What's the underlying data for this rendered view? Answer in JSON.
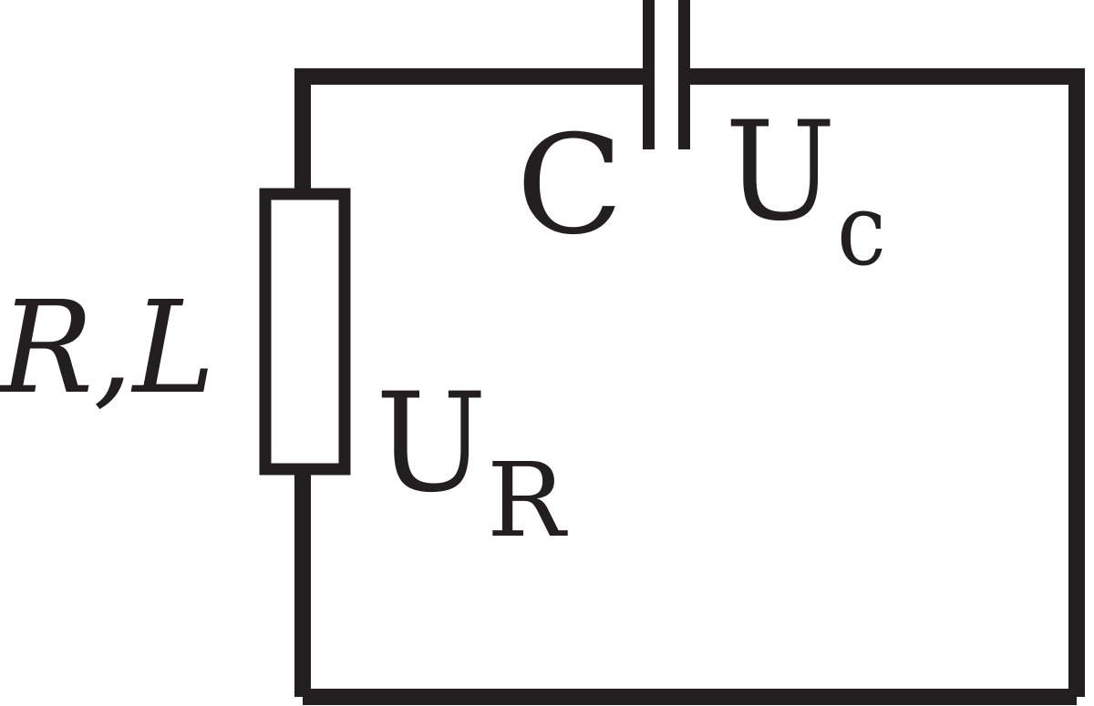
{
  "diagram": {
    "labels": {
      "resistor": "R,L",
      "capacitor": "C",
      "voltage_c_main": "U",
      "voltage_c_sub": "c",
      "voltage_r_main": "U",
      "voltage_r_sub": "R"
    },
    "colors": {
      "ink": "#231f20",
      "background": "#ffffff"
    }
  }
}
